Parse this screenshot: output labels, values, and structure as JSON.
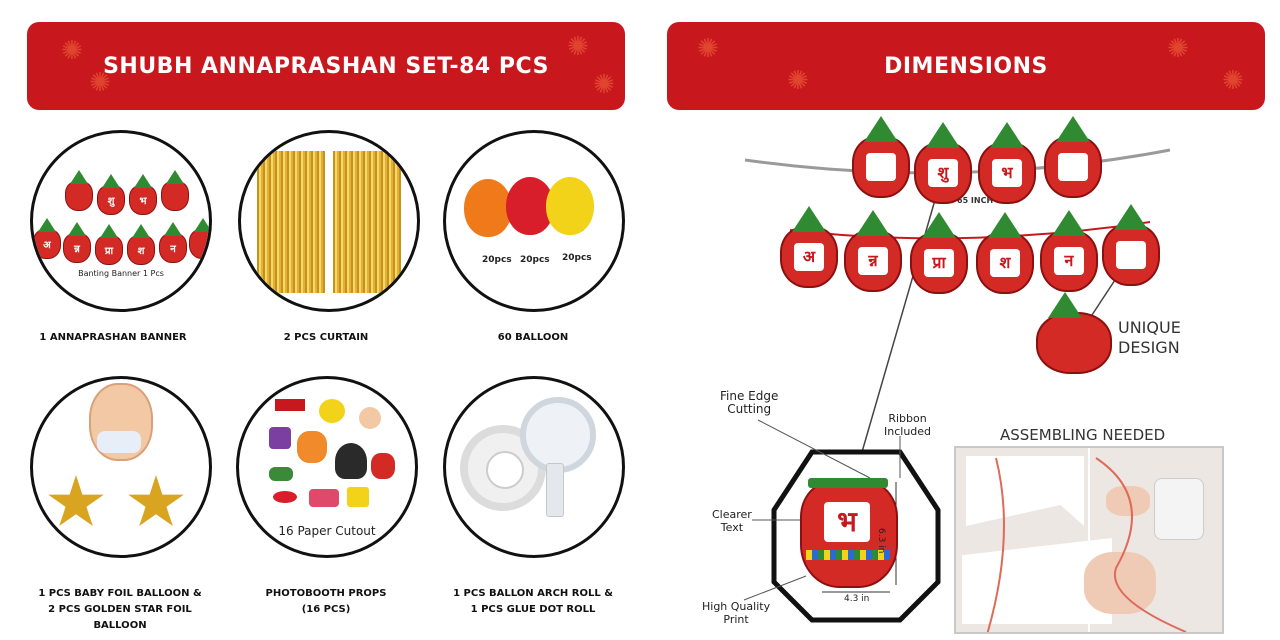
{
  "left_banner": {
    "title": "SHUBH ANNAPRASHAN SET-84 PCS"
  },
  "right_banner": {
    "title": "DIMENSIONS"
  },
  "items": [
    {
      "caption": "1 ANNAPRASHAN BANNER",
      "inner_note": "Banting Banner 1 Pcs",
      "letters": [
        "शु",
        "भ",
        "अ",
        "न्न",
        "प्रा",
        "श",
        "न"
      ]
    },
    {
      "caption": "2 PCS CURTAIN"
    },
    {
      "caption": "60 BALLOON",
      "counts": [
        "20pcs",
        "20pcs",
        "20pcs"
      ],
      "colors": [
        "#f07a1a",
        "#d81e2a",
        "#f3d21a"
      ]
    },
    {
      "caption_lines": [
        "1 PCS BABY FOIL BALLOON &",
        "2 PCS GOLDEN STAR FOIL",
        "BALLOON"
      ]
    },
    {
      "caption_lines": [
        "PHOTOBOOTH PROPS",
        "(16 PCS)"
      ],
      "inner_note": "16 Paper Cutout"
    },
    {
      "caption_lines": [
        "1 PCS BALLON ARCH ROLL &",
        "1 PCS GLUE DOT ROLL"
      ]
    }
  ],
  "dimensions": {
    "width_label": "65 INCH",
    "top_letters": [
      "",
      "शु",
      "भ",
      ""
    ],
    "bottom_letters": [
      "अ",
      "न्न",
      "प्रा",
      "श",
      "न",
      ""
    ],
    "unique_design": [
      "UNIQUE",
      "DESIGN"
    ],
    "fine_edge": [
      "Fine Edge",
      "Cutting"
    ],
    "ribbon": [
      "Ribbon",
      "Included"
    ],
    "clearer_text": [
      "Clearer",
      "Text"
    ],
    "high_quality": [
      "High Quality",
      "Print"
    ],
    "height": "6.3 in",
    "width": "4.3 in",
    "detail_letter": "भ",
    "assembling": "ASSEMBLING NEEDED"
  },
  "colors": {
    "banner_red": "#c8181e",
    "pot_red": "#d42a26",
    "leaf_green": "#2f8a32",
    "gold": "#d9a520"
  }
}
